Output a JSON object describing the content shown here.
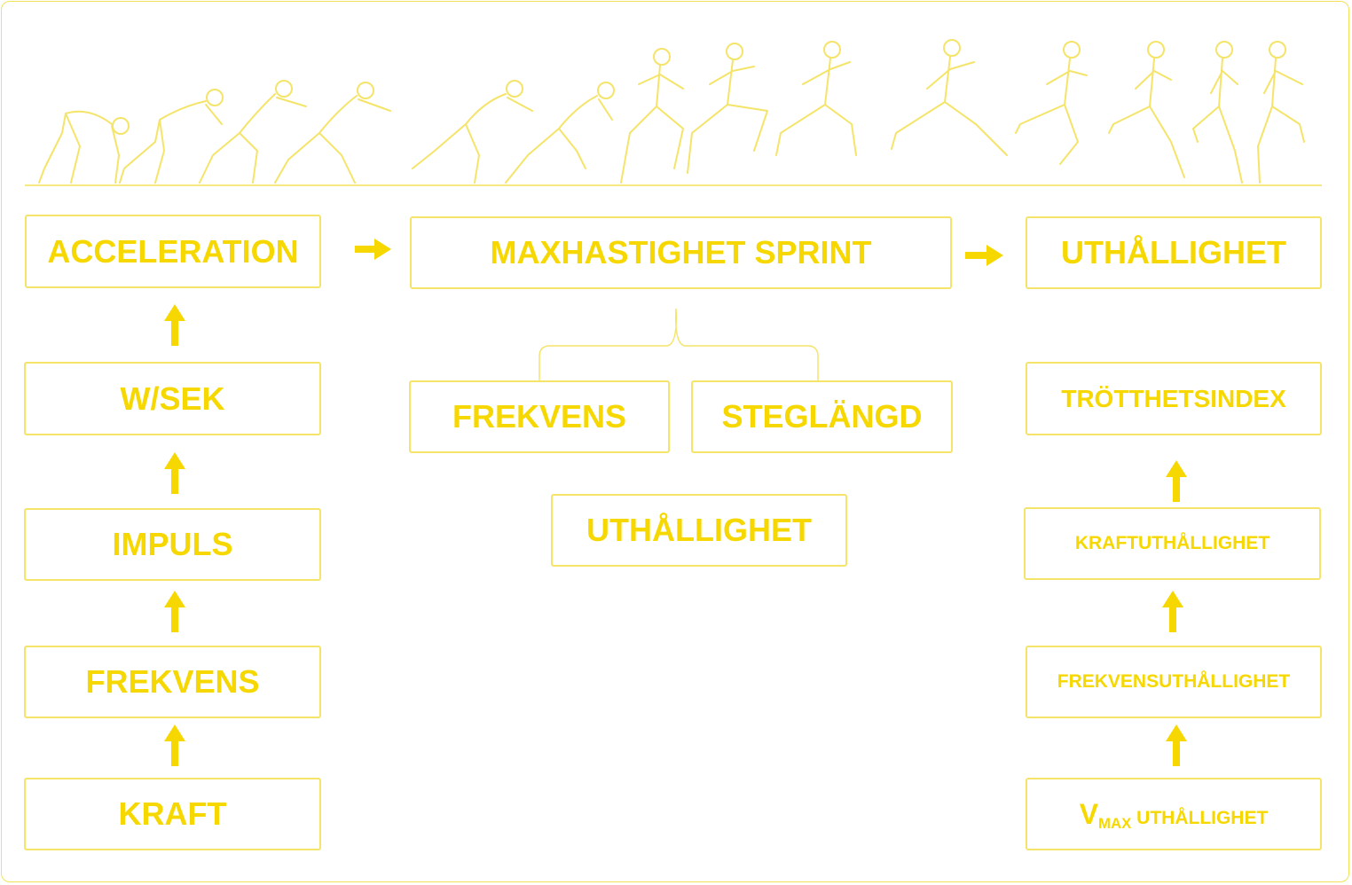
{
  "colors": {
    "accent": "#f6d800",
    "stroke": "#f5e46a"
  },
  "phases": {
    "acceleration": "ACCELERATION",
    "max_speed": "MAXHASTIGHET SPRINT",
    "endurance": "UTHÅLLIGHET"
  },
  "left_column": {
    "w_sek": "W/SEK",
    "impuls": "IMPULS",
    "frekvens": "FREKVENS",
    "kraft": "KRAFT"
  },
  "middle": {
    "frekvens": "FREKVENS",
    "steglangd": "STEGLÄNGD",
    "uthallighet": "UTHÅLLIGHET"
  },
  "right_column": {
    "trotthetsindex": "TRÖTTHETSINDEX",
    "kraftuthallighet": "KRAFTUTHÅLLIGHET",
    "frekvensuthallighet": "FREKVENSUTHÅLLIGHET",
    "vmax_main": "V",
    "vmax_sub": "MAX",
    "vmax_rest": " UTHÅLLIGHET"
  },
  "icons": {
    "runner_sequence": "runner-silhouette-sequence-icon",
    "arrow": "arrow-icon",
    "brace": "bracket-icon"
  }
}
